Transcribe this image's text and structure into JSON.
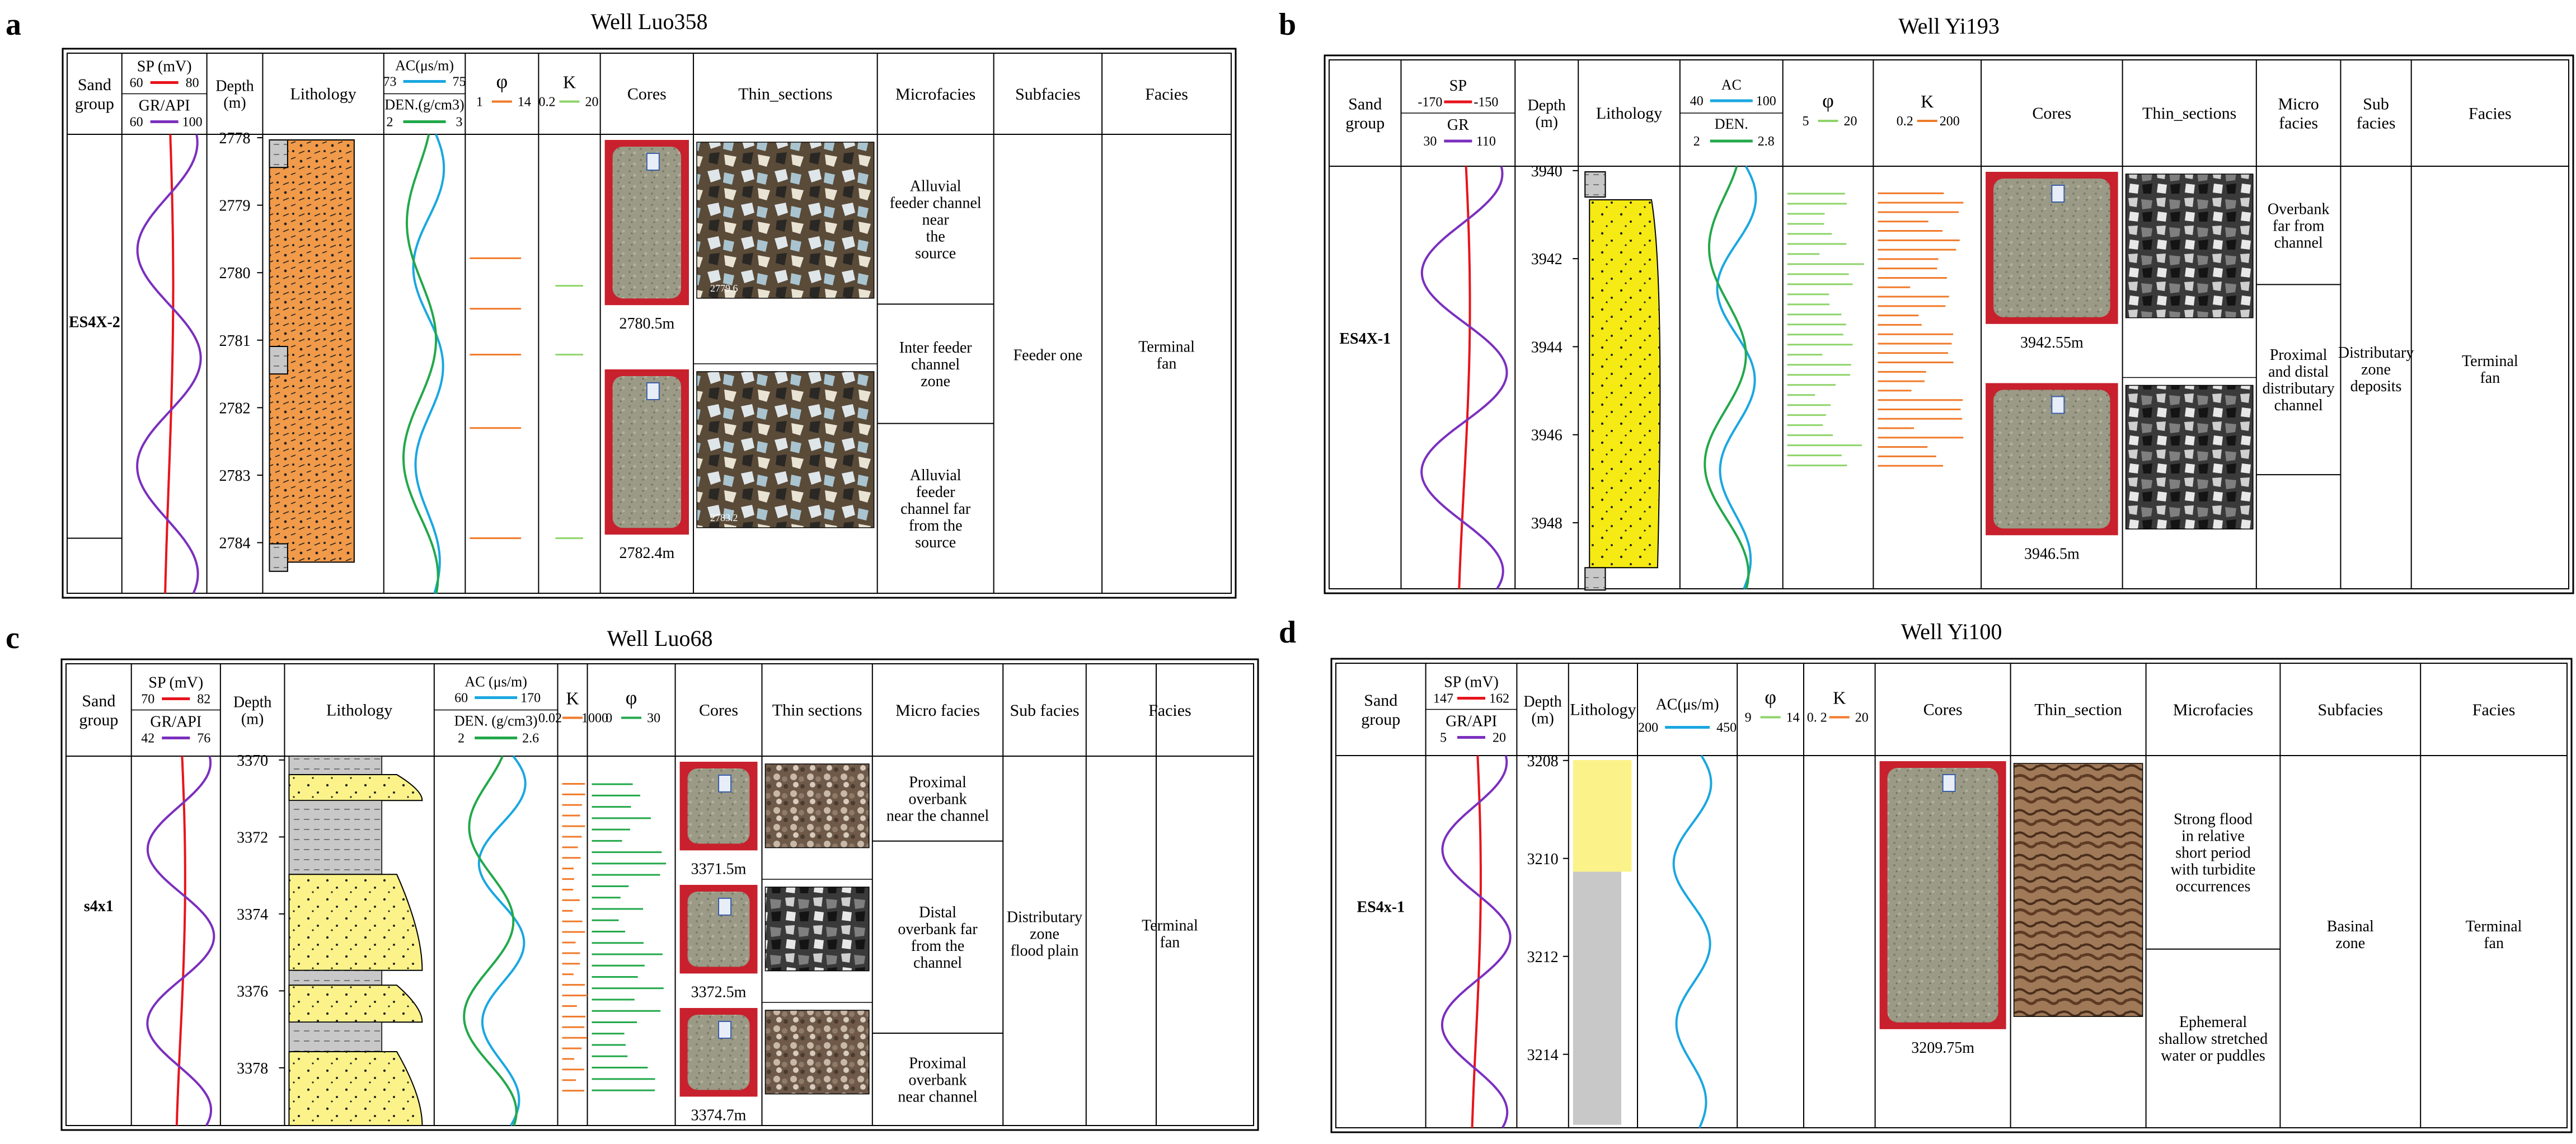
{
  "figure": {
    "panels": [
      {
        "id": "a",
        "letter": "a",
        "title": "Well Luo358",
        "headers": {
          "sand_group": [
            "Sand",
            "group"
          ],
          "sp_label": "SP (mV)",
          "sp_min": "60",
          "sp_max": "80",
          "gr_label": "GR/API",
          "gr_min": "60",
          "gr_max": "100",
          "depth": [
            "Depth",
            "(m)"
          ],
          "lithology": "Lithology",
          "ac_label": "AC(μs/m)",
          "ac_min": "73",
          "ac_max": "75",
          "den_label": "DEN.(g/cm3)",
          "den_min": "2",
          "den_max": "3",
          "phi_label": "φ",
          "phi_min": "1",
          "phi_max": "14",
          "k_label": "K",
          "k_min": "0.2",
          "k_max": "20",
          "cores": "Cores",
          "thin": "Thin_sections",
          "micro": [
            "Microfacies"
          ],
          "sub": [
            "Subfacies"
          ],
          "facies": [
            "Facies"
          ]
        },
        "sand_group_value": "ES4X-2",
        "depth_ticks": [
          "2778",
          "2779",
          "2780",
          "2781",
          "2782",
          "2783",
          "2784"
        ],
        "core_labels": [
          "2780.5m",
          "2782.4m"
        ],
        "thin_labels": [
          "2779.6",
          "2783.2"
        ],
        "microfacies": [
          [
            "Alluvial",
            "feeder channel",
            "near",
            "the",
            "source"
          ],
          [
            "Inter feeder",
            "channel",
            "zone"
          ],
          [
            "Alluvial",
            "feeder",
            "channel far",
            "from the",
            "source"
          ]
        ],
        "subfacies": [
          "Feeder one"
        ],
        "facies": [
          "Terminal",
          "fan"
        ],
        "colors": {
          "sp": "#e8141c",
          "gr": "#7b2fbe",
          "ac": "#1aa7e0",
          "den": "#22a84a",
          "phi": "#f07a2a",
          "k": "#8ed46a",
          "litho": "#f09a4a"
        }
      },
      {
        "id": "b",
        "letter": "b",
        "title": "Well Yi193",
        "headers": {
          "sand_group": [
            "Sand",
            "group"
          ],
          "sp_label": "SP",
          "sp_min": "-170",
          "sp_max": "-150",
          "gr_label": "GR",
          "gr_min": "30",
          "gr_max": "110",
          "depth": [
            "Depth",
            "(m)"
          ],
          "lithology": "Lithology",
          "ac_label": "AC",
          "ac_min": "40",
          "ac_max": "100",
          "den_label": "DEN.",
          "den_min": "2",
          "den_max": "2.8",
          "phi_label": "φ",
          "phi_min": "5",
          "phi_max": "20",
          "k_label": "K",
          "k_min": "0.2",
          "k_max": "200",
          "cores": "Cores",
          "thin": "Thin_sections",
          "micro": [
            "Micro",
            "facies"
          ],
          "sub": [
            "Sub",
            "facies"
          ],
          "facies": [
            "Facies"
          ]
        },
        "sand_group_value": "ES4X-1",
        "depth_ticks": [
          "3940",
          "3942",
          "3944",
          "3946",
          "3948"
        ],
        "core_labels": [
          "3942.55m",
          "3946.5m"
        ],
        "thin_labels": [],
        "microfacies": [
          [
            "Overbank",
            "far from",
            "channel"
          ],
          [
            "Proximal",
            "and distal",
            "distributary",
            "channel"
          ]
        ],
        "subfacies": [
          "Distributary",
          "zone",
          "deposits"
        ],
        "facies": [
          "Terminal",
          "fan"
        ],
        "colors": {
          "sp": "#e8141c",
          "gr": "#7b2fbe",
          "ac": "#1aa7e0",
          "den": "#22a84a",
          "phi": "#8ed46a",
          "k": "#f07a2a",
          "litho": "#f5ea14"
        }
      },
      {
        "id": "c",
        "letter": "c",
        "title": "Well Luo68",
        "headers": {
          "sand_group": [
            "Sand",
            "group"
          ],
          "sp_label": "SP (mV)",
          "sp_min": "70",
          "sp_max": "82",
          "gr_label": "GR/API",
          "gr_min": "42",
          "gr_max": "76",
          "depth": [
            "Depth",
            "(m)"
          ],
          "lithology": "Lithology",
          "ac_label": "AC (μs/m)",
          "ac_min": "60",
          "ac_max": "170",
          "den_label": "DEN. (g/cm3)",
          "den_min": "2",
          "den_max": "2.6",
          "k_label": "K",
          "k_min": "0.02",
          "k_max": "1000",
          "phi_label": "φ",
          "phi_min": "0",
          "phi_max": "30",
          "cores": "Cores",
          "thin": "Thin sections",
          "micro": [
            "Micro facies"
          ],
          "sub": [
            "Sub facies"
          ],
          "facies": [
            "Facies"
          ]
        },
        "sand_group_value": "s4x1",
        "depth_ticks": [
          "3370",
          "3372",
          "3374",
          "3376",
          "3378"
        ],
        "core_labels": [
          "3371.5m",
          "3372.5m",
          "3374.7m"
        ],
        "thin_labels": [],
        "microfacies": [
          [
            "Proximal",
            "overbank",
            "near the channel"
          ],
          [
            "Distal",
            "overbank far",
            "from the",
            "channel"
          ],
          [
            "Proximal",
            "overbank",
            "near channel"
          ]
        ],
        "subfacies": [
          "Distributary",
          "zone",
          "flood plain"
        ],
        "facies": [
          "Terminal",
          "fan"
        ],
        "colors": {
          "sp": "#e8141c",
          "gr": "#7b2fbe",
          "ac": "#1aa7e0",
          "den": "#22a84a",
          "phi": "#22a84a",
          "k": "#f07a2a",
          "litho": "#fbf38a"
        }
      },
      {
        "id": "d",
        "letter": "d",
        "title": "Well Yi100",
        "headers": {
          "sand_group": [
            "Sand",
            "group"
          ],
          "sp_label": "SP (mV)",
          "sp_min": "147",
          "sp_max": "162",
          "gr_label": "GR/API",
          "gr_min": "5",
          "gr_max": "20",
          "depth": [
            "Depth",
            "(m)"
          ],
          "lithology": "Lithology",
          "ac_label": "AC(μs/m)",
          "ac_min": "200",
          "ac_max": "450",
          "phi_label": "φ",
          "phi_min": "9",
          "phi_max": "14",
          "k_label": "K",
          "k_min": "0. 2",
          "k_max": "20",
          "cores": "Cores",
          "thin": "Thin_section",
          "micro": [
            "Microfacies"
          ],
          "sub": [
            "Subfacies"
          ],
          "facies": [
            "Facies"
          ]
        },
        "sand_group_value": "ES4x-1",
        "depth_ticks": [
          "3208",
          "3210",
          "3212",
          "3214"
        ],
        "core_labels": [
          "3209.75m"
        ],
        "thin_labels": [],
        "microfacies": [
          [
            "Strong flood",
            "in relative",
            "short period",
            "with turbidite",
            "occurrences"
          ],
          [
            "Ephemeral",
            "shallow stretched",
            "water or puddles"
          ]
        ],
        "subfacies": [
          "Basinal",
          "zone"
        ],
        "facies": [
          "Terminal",
          "fan"
        ],
        "colors": {
          "sp": "#e8141c",
          "gr": "#7b2fbe",
          "ac": "#1aa7e0",
          "den": "#22a84a",
          "phi": "#8ed46a",
          "k": "#f07a2a",
          "litho": "#fbf38a"
        }
      }
    ]
  }
}
